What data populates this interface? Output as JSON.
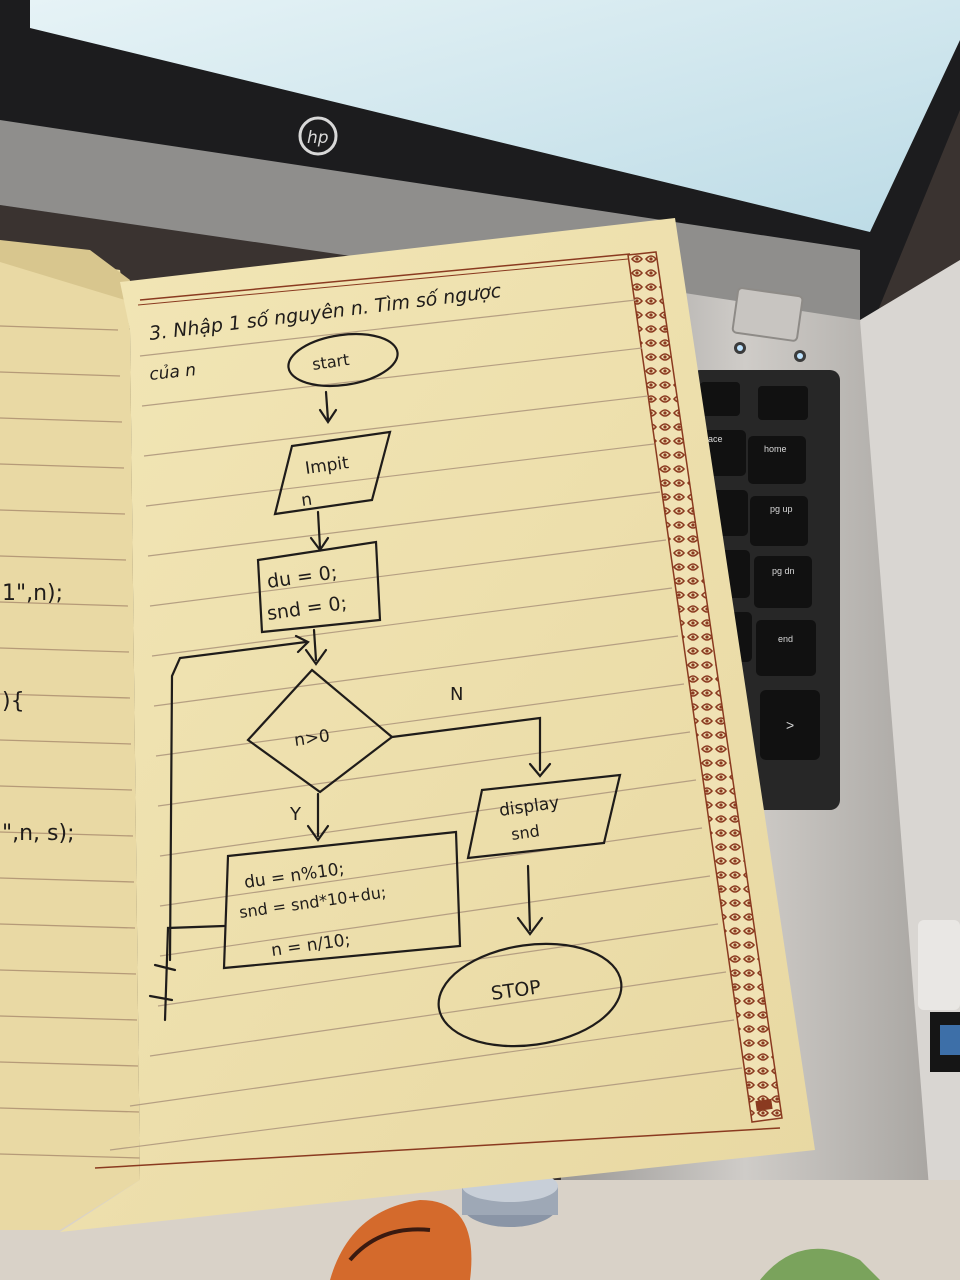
{
  "laptop": {
    "brand_logo": "hp",
    "keys": [
      "ace",
      "home",
      "pg up",
      "pg dn",
      "end",
      ">"
    ]
  },
  "notebook": {
    "left_page_fragments": [
      "1\",n);",
      "){",
      "\",n, s);"
    ],
    "heading_line1": "3. Nhập 1 số nguyên n. Tìm số ngược",
    "heading_line2": "của n",
    "flowchart": {
      "start": "start",
      "input_line1": "Impit",
      "input_line2": "n",
      "init_line1": "du = 0;",
      "init_line2": "snd = 0;",
      "decision": "n>0",
      "yes_label": "Y",
      "no_label": "N",
      "loop_line1": "du = n%10;",
      "loop_line2": "snd = snd*10+du;",
      "loop_line3": "n = n/10;",
      "display_line1": "display",
      "display_line2": "snd",
      "stop": "STOP"
    }
  },
  "colors": {
    "paper": "#efe2b0",
    "border": "#8a3a20",
    "ink": "#1f1c1a",
    "screen": "#cfe6ee"
  }
}
